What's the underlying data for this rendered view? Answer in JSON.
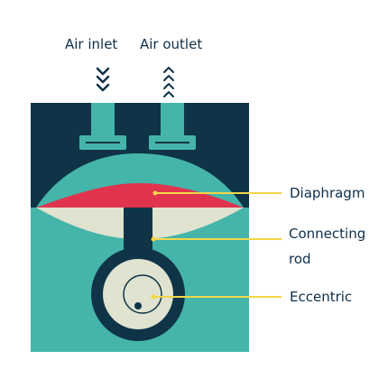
{
  "labels": {
    "air_inlet": "Air inlet",
    "air_outlet": "Air outlet",
    "diaphragm": "Diaphragm",
    "connecting_rod_line1": "Connecting",
    "connecting_rod_line2": "rod",
    "eccentric": "Eccentric"
  },
  "colors": {
    "navy": "#0f3447",
    "teal": "#45b5aa",
    "red": "#e0344e",
    "cream": "#dfe3cf",
    "leader": "#f2d64a",
    "text": "#0f2f4a"
  },
  "icons": {
    "inlet_arrows": "chevron-down-icon",
    "outlet_arrows": "chevron-up-icon"
  }
}
